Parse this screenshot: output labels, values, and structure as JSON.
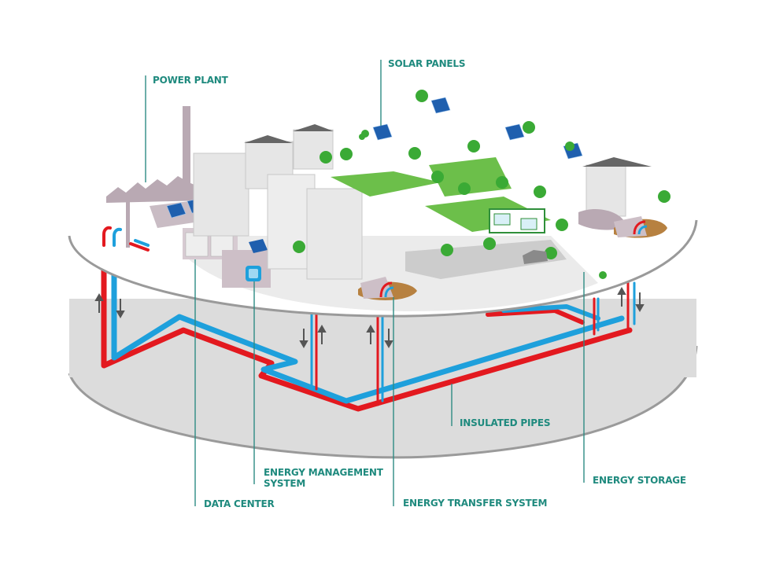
{
  "diagram": {
    "title": "District energy network",
    "colors": {
      "label_teal": "#1f8a7e",
      "leader_line": "#2e8b84",
      "hot_pipe": "#e3191f",
      "cold_pipe": "#1ea0dc",
      "ground_top": "#ffffff",
      "ground_under": "#dcdcdc",
      "ground_edge": "#9a9a9a",
      "tree_green": "#3aaa35",
      "lawn_green": "#6cbf4a",
      "solar_blue": "#1f5fae",
      "building_grey": "#e6e6e6",
      "roof_dark": "#666666",
      "power_plant_mauve": "#b9a9b3",
      "soil_brown": "#b78140"
    },
    "labels": {
      "power_plant": "POWER PLANT",
      "solar_panels": "SOLAR PANELS",
      "insulated_pipes": "INSULATED PIPES",
      "energy_management_line1": "ENERGY MANAGEMENT",
      "energy_management_line2": "SYSTEM",
      "data_center": "DATA CENTER",
      "energy_transfer_system": "ENERGY TRANSFER SYSTEM",
      "energy_storage": "ENERGY STORAGE"
    }
  }
}
